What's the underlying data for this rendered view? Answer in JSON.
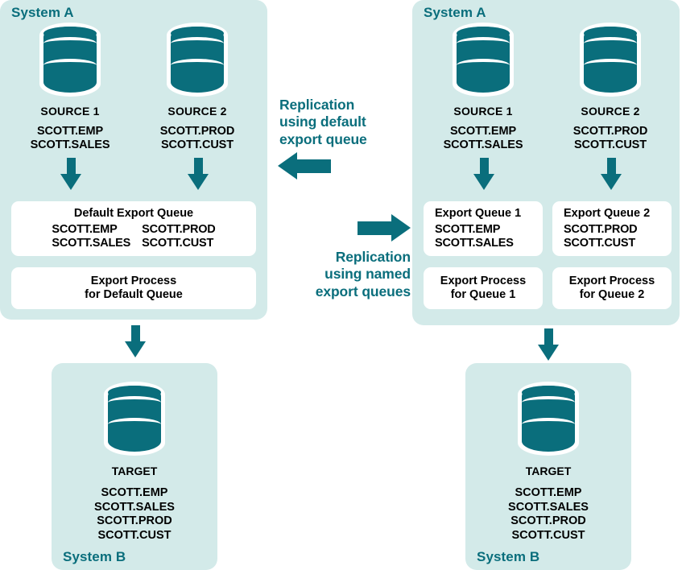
{
  "colors": {
    "teal": "#0a6e7c",
    "panel_bg": "#d3eae9",
    "box_bg": "#ffffff",
    "text": "#000000"
  },
  "left_diagram": {
    "system_a": {
      "title": "System A",
      "sources": [
        {
          "name": "SOURCE 1",
          "icon": "database-cylinder",
          "tables": [
            "SCOTT.EMP",
            "SCOTT.SALES"
          ]
        },
        {
          "name": "SOURCE 2",
          "icon": "database-cylinder",
          "tables": [
            "SCOTT.PROD",
            "SCOTT.CUST"
          ]
        }
      ],
      "queue_box": {
        "title": "Default Export Queue",
        "column_1": [
          "SCOTT.EMP",
          "SCOTT.SALES"
        ],
        "column_2": [
          "SCOTT.PROD",
          "SCOTT.CUST"
        ]
      },
      "process_box": {
        "title": "Export Process\nfor Default Queue"
      }
    },
    "system_b": {
      "title": "System B",
      "target": {
        "name": "TARGET",
        "icon": "database-cylinder",
        "tables": [
          "SCOTT.EMP",
          "SCOTT.SALES",
          "SCOTT.PROD",
          "SCOTT.CUST"
        ]
      }
    }
  },
  "right_diagram": {
    "system_a": {
      "title": "System A",
      "sources": [
        {
          "name": "SOURCE 1",
          "icon": "database-cylinder",
          "tables": [
            "SCOTT.EMP",
            "SCOTT.SALES"
          ]
        },
        {
          "name": "SOURCE 2",
          "icon": "database-cylinder",
          "tables": [
            "SCOTT.PROD",
            "SCOTT.CUST"
          ]
        }
      ],
      "queue_boxes": [
        {
          "title": "Export Queue 1",
          "tables": [
            "SCOTT.EMP",
            "SCOTT.SALES"
          ]
        },
        {
          "title": "Export Queue 2",
          "tables": [
            "SCOTT.PROD",
            "SCOTT.CUST"
          ]
        }
      ],
      "process_boxes": [
        {
          "title": "Export Process\nfor Queue 1"
        },
        {
          "title": "Export Process\nfor Queue 2"
        }
      ]
    },
    "system_b": {
      "title": "System B",
      "target": {
        "name": "TARGET",
        "icon": "database-cylinder",
        "tables": [
          "SCOTT.EMP",
          "SCOTT.SALES",
          "SCOTT.PROD",
          "SCOTT.CUST"
        ]
      }
    }
  },
  "center": {
    "caption_default": "Replication\nusing default\nexport queue",
    "caption_default_arrow": "arrow-left",
    "caption_named": "Replication\nusing named\nexport queues",
    "caption_named_arrow": "arrow-right"
  }
}
